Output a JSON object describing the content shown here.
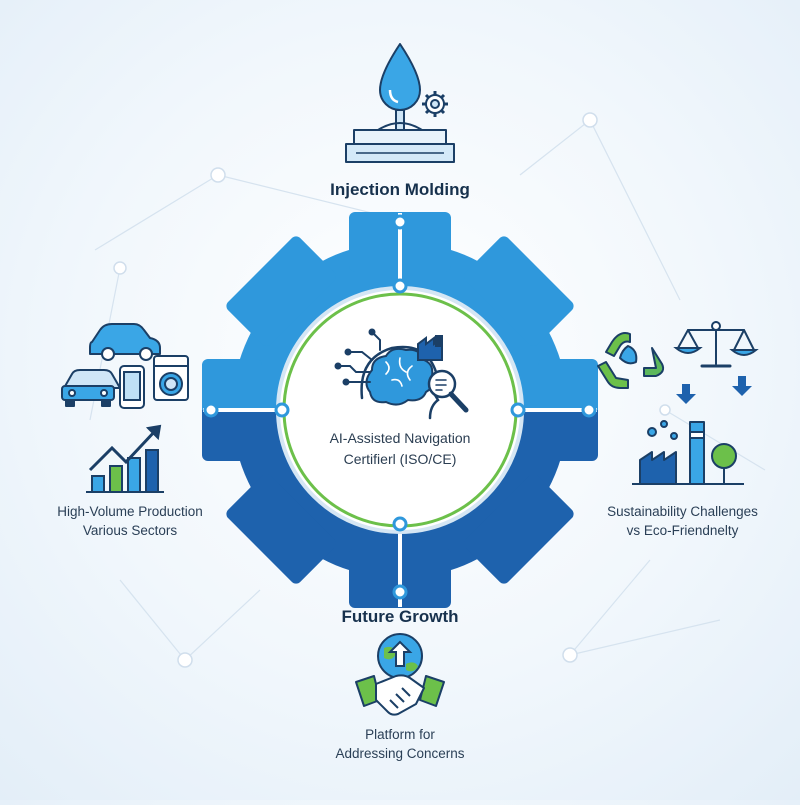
{
  "center": {
    "line1": "AI-Assisted Navigation",
    "line2": "Certifierl (ISO/CE)"
  },
  "top": {
    "title": "Injection Molding"
  },
  "left": {
    "line1": "High-Volume Production",
    "line2": "Various Sectors"
  },
  "right": {
    "line1": "Sustainability Challenges",
    "line2": "vs Eco-Friendnelty"
  },
  "bottom": {
    "title": "Future Growth",
    "line1": "Platform for",
    "line2": "Addressing Concerns"
  },
  "colors": {
    "gear_top": "#2f98dc",
    "gear_bottom": "#1e62ad",
    "ring_green": "#6cc04a",
    "outline": "#1b3f66",
    "accent_green": "#5cb85c"
  },
  "icons": {
    "top": "water-drop-mold-icon",
    "left": [
      "car-icon",
      "phone-icon",
      "washing-machine-icon",
      "growth-chart-icon"
    ],
    "right": [
      "recycle-icon",
      "balance-scale-icon",
      "factory-tree-icon"
    ],
    "center": "ai-brain-factory-icon",
    "bottom": [
      "globe-upload-icon",
      "handshake-icon"
    ]
  }
}
